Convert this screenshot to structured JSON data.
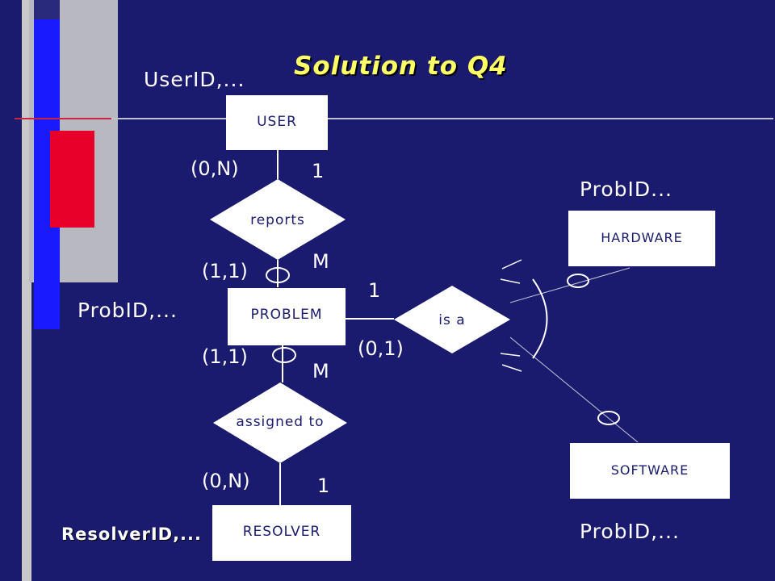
{
  "title": "Solution to Q4",
  "entities": {
    "user": "USER",
    "problem": "PROBLEM",
    "resolver": "RESOLVER",
    "hardware": "HARDWARE",
    "software": "SOFTWARE"
  },
  "relationships": {
    "reports": "reports",
    "assigned_to": "assigned to",
    "is_a": "is a"
  },
  "attributes": {
    "user": "UserID,...",
    "problem": "ProbID,...",
    "resolver": "ResolverID,...",
    "hardware": "ProbID...",
    "software": "ProbID,..."
  },
  "cardinalities": {
    "user_reports_participation": "(0,N)",
    "user_reports_ratio": "1",
    "problem_reports_participation": "(1,1)",
    "problem_reports_ratio": "M",
    "problem_isa_ratio": "1",
    "problem_isa_participation": "(0,1)",
    "problem_assigned_participation": "(1,1)",
    "problem_assigned_ratio": "M",
    "resolver_assigned_participation": "(0,N)",
    "resolver_assigned_ratio": "1"
  },
  "colors": {
    "background": "#1a1a6e",
    "title": "#ffff66",
    "accent_red": "#e8002a",
    "accent_blue": "#0000ff"
  }
}
